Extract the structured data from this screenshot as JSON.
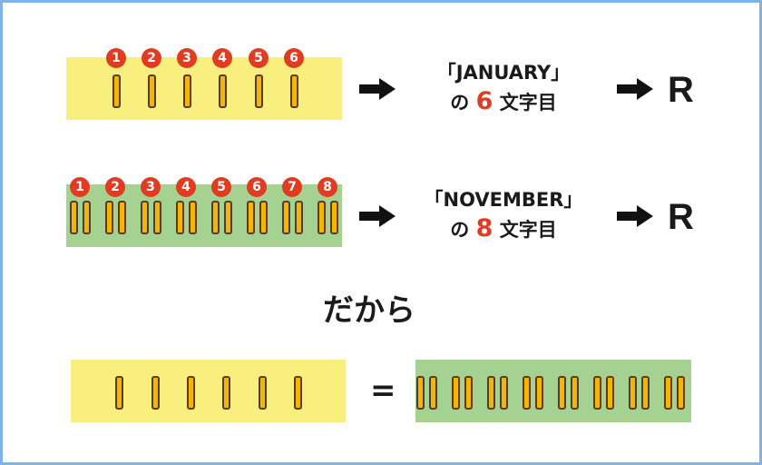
{
  "row1": {
    "numbers": [
      "1",
      "2",
      "3",
      "4",
      "5",
      "6"
    ],
    "word": "「JANUARY」",
    "no": "の",
    "count": "6",
    "suffix": "文字目",
    "answer": "R"
  },
  "row2": {
    "numbers": [
      "1",
      "2",
      "3",
      "4",
      "5",
      "6",
      "7",
      "8"
    ],
    "word": "「NOVEMBER」",
    "no": "の",
    "count": "8",
    "suffix": "文字目",
    "answer": "R"
  },
  "conclusion": "だから",
  "equals": "=",
  "colors": {
    "yellow": "#f9ef7e",
    "green": "#a5d291",
    "accent": "#e03c22",
    "border": "#7fb2e5"
  }
}
